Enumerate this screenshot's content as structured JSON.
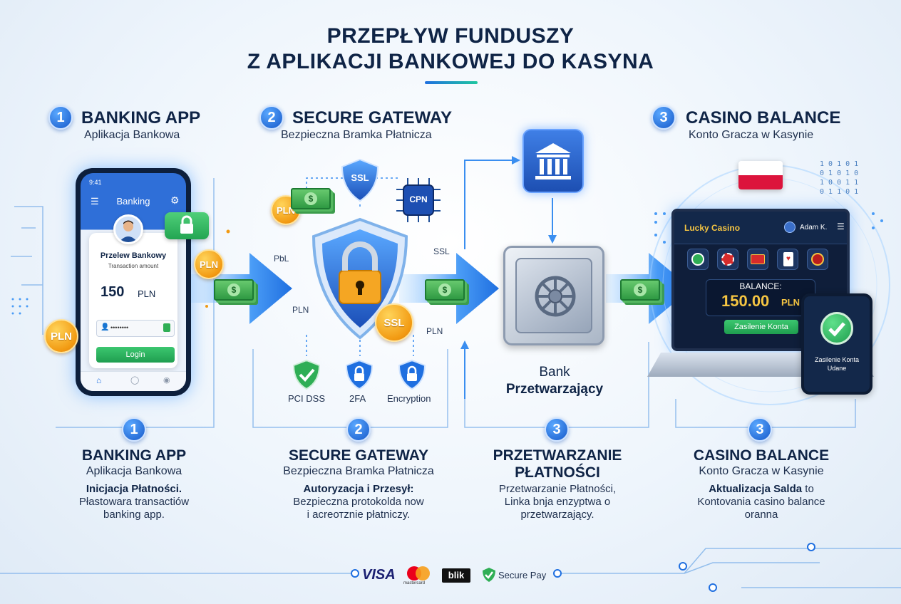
{
  "title": {
    "line1": "PRZEPŁYW FUNDUSZY",
    "line2": "Z APLIKACJI BANKOWEJ DO KASYNA"
  },
  "sections": [
    {
      "number": "1",
      "title": "BANKING APP",
      "subtitle": "Aplikacja Bankowa"
    },
    {
      "number": "2",
      "title": "SECURE GATEWAY",
      "subtitle": "Bezpieczna Bramka Płatnicza"
    },
    {
      "number": "3",
      "title": "CASINO BALANCE",
      "subtitle": "Konto Gracza w Kasynie"
    }
  ],
  "phone": {
    "time": "9:41",
    "header": "Banking",
    "transfer_title": "Przelew Bankowy",
    "amount_label": "Transaction amount",
    "amount": "150",
    "currency": "PLN",
    "pin_mask": "••••••••",
    "login_label": "Login"
  },
  "coins": {
    "label": "PLN"
  },
  "gateway": {
    "ssl_badge": "SSL",
    "cpu_label": "CPN",
    "ssl_coin": "SSL",
    "flow_labels": {
      "top_left": "PbL",
      "bottom_left": "PLN",
      "top_right": "SSL",
      "bottom_right": "PLN"
    },
    "security_items": [
      "PCI DSS",
      "2FA",
      "Encryption"
    ]
  },
  "bank": {
    "label_line1": "Bank",
    "label_line2": "Przetwarzający"
  },
  "casino": {
    "brand": "Lucky Casino",
    "user": "Adam K.",
    "balance_label": "BALANCE:",
    "balance_value": "150.00",
    "balance_currency": "PLN",
    "deposit_button": "Zasilenie Konta",
    "success_line1": "Zasilenie Konta",
    "success_line2": "Udane",
    "binary_lines": [
      "1 0 1  0 1",
      "0 1 0  1 0",
      "1 0 0  1 1",
      "0 1 1  0 1"
    ]
  },
  "steps": [
    {
      "number": "1",
      "title": "BANKING APP",
      "subtitle": "Aplikacja Bankowa",
      "bold": "Inicjacja Płatności.",
      "lines": [
        "Płastowara transactiów",
        "banking app."
      ]
    },
    {
      "number": "2",
      "title": "SECURE GATEWAY",
      "subtitle": "Bezpieczna Bramka Płatnicza",
      "bold": "Autoryzacja i Przesył:",
      "lines": [
        "Bezpieczna protokolda now",
        "i acreотznie płatniczy."
      ]
    },
    {
      "number": "3",
      "title_line1": "PRZETWARZANIE",
      "title_line2": "PŁATNOŚCI",
      "lines": [
        "Przetwarzanie Płatności,",
        "Linka bnja enzyptwa o",
        "przetwarzający."
      ]
    },
    {
      "number": "3",
      "title": "CASINO BALANCE",
      "subtitle": "Konto Gracza w Kasynie",
      "bold": "Aktualizacja Salda",
      "bold_suffix": " to",
      "lines": [
        "Kontovania casino balance",
        "oranna"
      ]
    }
  ],
  "footer": {
    "visa": "VISA",
    "mastercard": "mastercard",
    "blik": "blik",
    "secure_pay": "Secure Pay"
  },
  "colors": {
    "navy": "#0f2446",
    "blue": "#1f6fe0",
    "green": "#2fae55",
    "gold": "#f29a12",
    "arrow": "#3a8ef0"
  }
}
